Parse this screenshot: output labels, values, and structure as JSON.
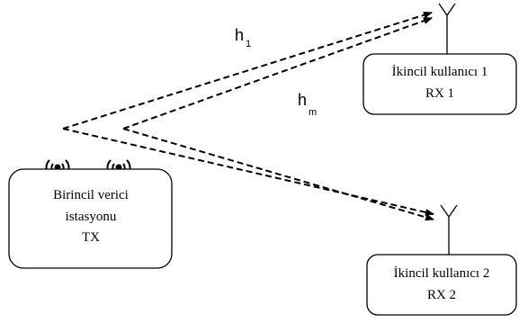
{
  "colors": {
    "stroke": "#000000",
    "background": "#ffffff"
  },
  "transmitter": {
    "line1": "Birincil verici",
    "line2": "istasyonu",
    "line3": "TX"
  },
  "receiver1": {
    "line1": "İkincil kullanıcı 1",
    "line2": "RX 1"
  },
  "receiver2": {
    "line1": "İkincil kullanıcı 2",
    "line2": "RX 2"
  },
  "channels": {
    "h1": {
      "symbol": "h",
      "subscript": "1"
    },
    "hm": {
      "symbol": "h",
      "subscript": "m"
    }
  },
  "icons": [
    "wireless-antenna-icon",
    "rx-antenna-icon",
    "dashed-arrow"
  ]
}
